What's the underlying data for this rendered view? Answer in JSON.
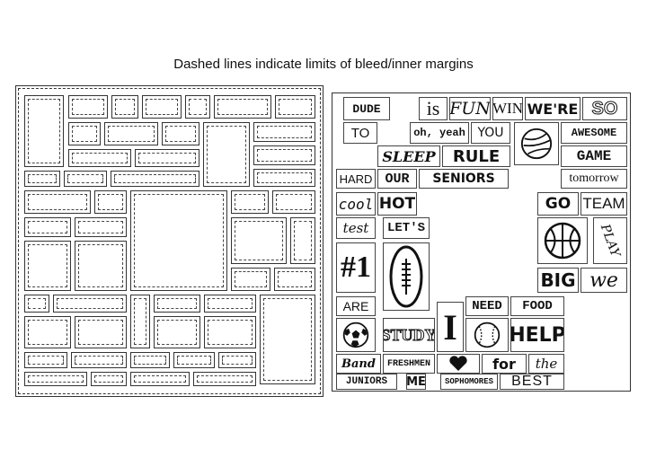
{
  "caption": "Dashed lines indicate limits of bleed/inner margins",
  "words": {
    "dude": "DUDE",
    "is": "is",
    "fun": "FUN",
    "win": "WIN",
    "were": "WE'RE",
    "so": "SO",
    "to": "TO",
    "oh_yeah": "oh, yeah",
    "you": "YOU",
    "awesome": "AWESOME",
    "sleep": "SLEEP",
    "rule": "RULE",
    "game": "GAME",
    "hard": "HARD",
    "our": "OUR",
    "seniors": "SENIORS",
    "tomorrow": "tomorrow",
    "cool": "cool",
    "hot": "HOT",
    "go": "GO",
    "team": "TEAM",
    "test": "test",
    "lets": "LET'S",
    "play": "PLAY",
    "number_one": "#1",
    "big": "BIG",
    "we": "we",
    "are": "ARE",
    "need": "NEED",
    "food": "FOOD",
    "i": "I",
    "study": "STUDY",
    "help": "HELP",
    "band": "Band",
    "freshmen": "FRESHMEN",
    "for": "for",
    "the": "the",
    "juniors": "JUNIORS",
    "me": "ME",
    "sophomores": "SOPHOMORES",
    "best": "BEST"
  },
  "icons": [
    "volleyball-icon",
    "basketball-icon",
    "football-icon",
    "soccer-ball-icon",
    "baseball-icon",
    "heart-icon"
  ]
}
